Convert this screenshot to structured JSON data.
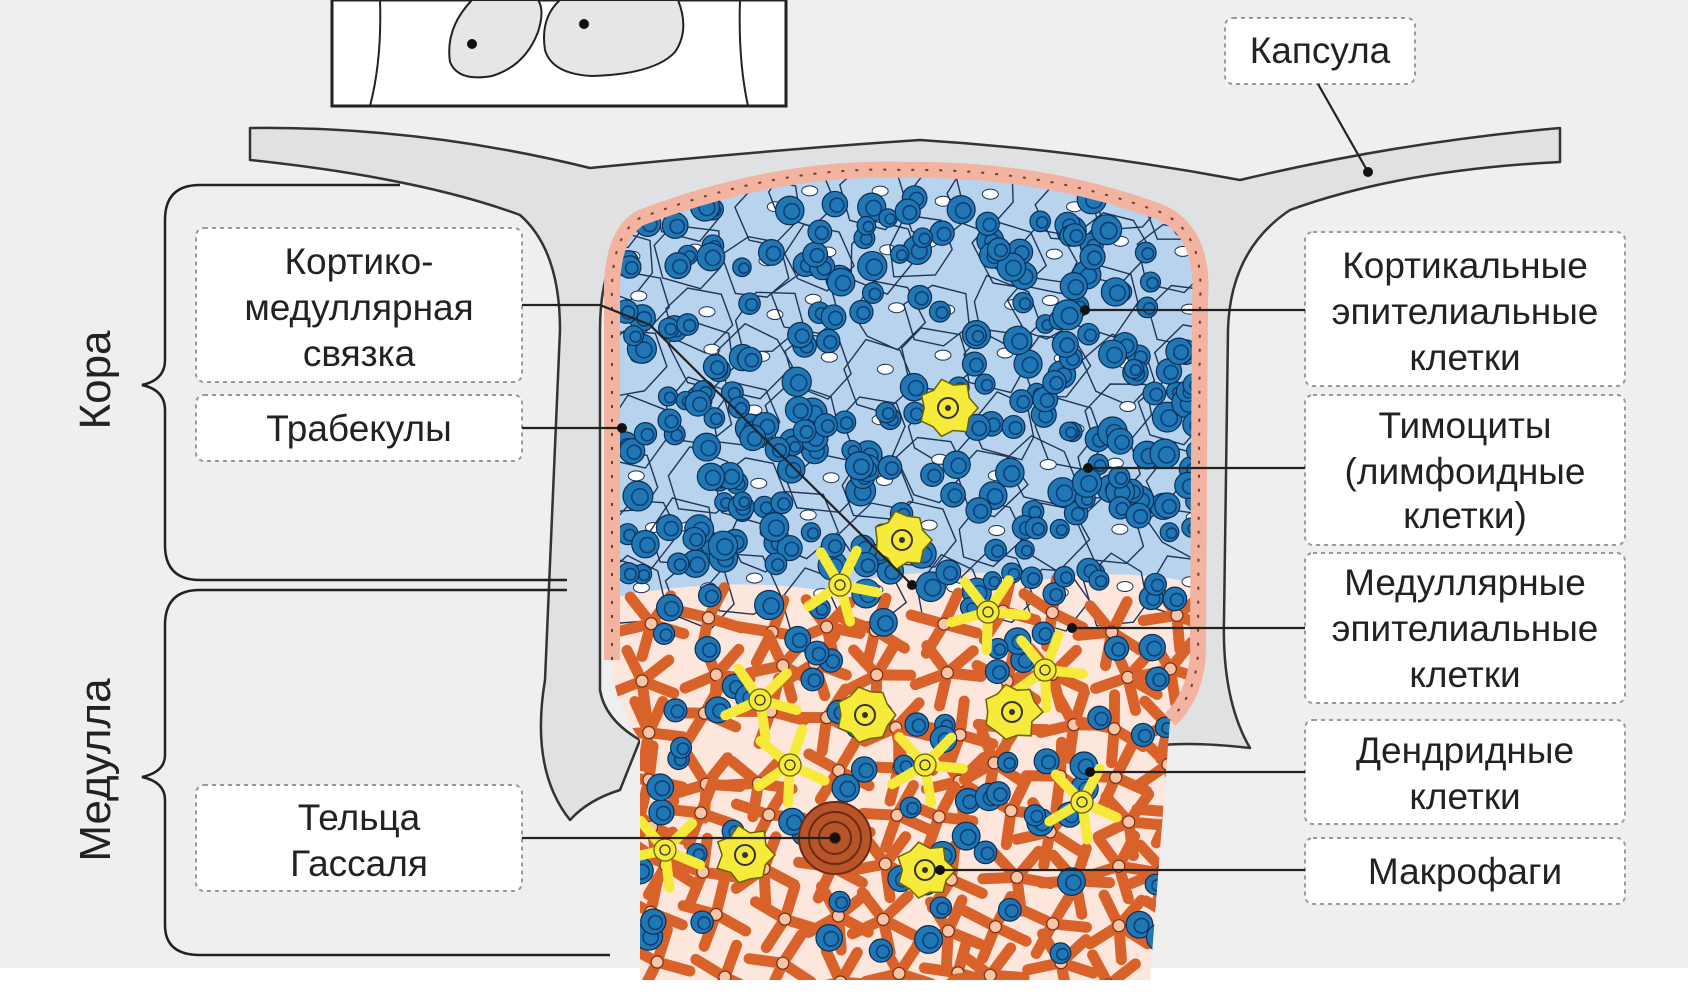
{
  "labels": {
    "capsule": "Капсула",
    "cortico_medullary_1": "Кортико-",
    "cortico_medullary_2": "медуллярная",
    "cortico_medullary_3": "связка",
    "trabeculae": "Трабекулы",
    "hassall_1": "Тельца",
    "hassall_2": "Гассаля",
    "cortical_epi_1": "Кортикальные",
    "cortical_epi_2": "эпителиальные",
    "cortical_epi_3": "клетки",
    "thymocytes_1": "Тимоциты",
    "thymocytes_2": "(лимфоидные",
    "thymocytes_3": "клетки)",
    "medullary_epi_1": "Медуллярные",
    "medullary_epi_2": "эпителиальные",
    "medullary_epi_3": "клетки",
    "dendritic_1": "Дендридные",
    "dendritic_2": "клетки",
    "macrophages": "Макрофаги"
  },
  "regions": {
    "cortex": "Кора",
    "medulla": "Медулла"
  },
  "colors": {
    "background": "#efefef",
    "capsule_fill": "#e0e1e3",
    "cortex_fill": "#b8d3ee",
    "medulla_fill": "#fde6dc",
    "epithelial_border": "#f2b3a0",
    "thymocyte": "#1f78b4",
    "thymocyte_nucleus": "#0e3d7a",
    "medullary_epithelial": "#d9622b",
    "dendritic": "#f6ea3a",
    "hassall": "#b8542a"
  }
}
